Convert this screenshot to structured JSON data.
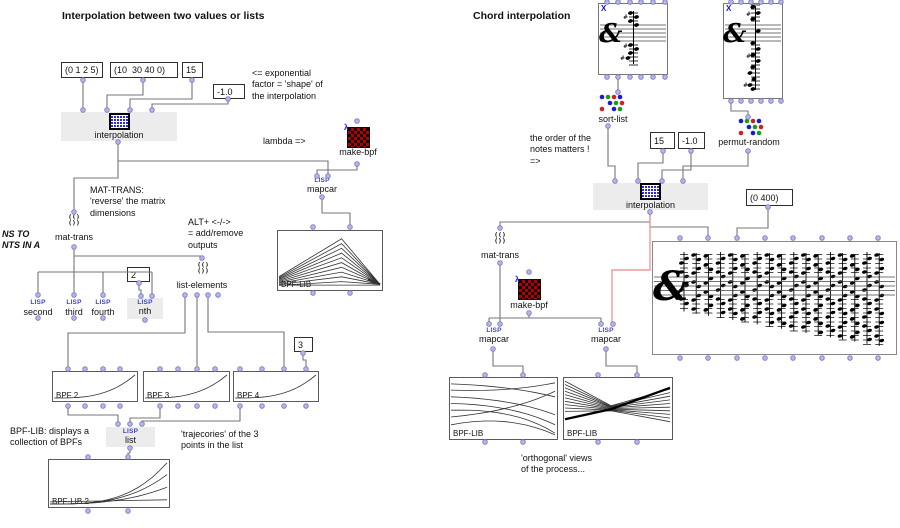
{
  "shared": {
    "lisp_tag": "LISP",
    "fn_icon": "(()\n())"
  },
  "badges": {
    "lambda": "λ",
    "x": "X"
  },
  "colors": {
    "wire": "#777777",
    "wire_red": "#f19b9b",
    "dot_fill": "#b6b6ea",
    "dot_stroke": "#7c7cc4",
    "lisp": "#4343c4",
    "box_gray": "#ececec"
  },
  "left": {
    "title": "Interpolation between two values or lists",
    "inputs": {
      "list1": "(0 1 2 5)",
      "list2": "(10  30 40 0)",
      "steps": "15",
      "factor": "-1.0",
      "nth_index": "2",
      "decimals": "3"
    },
    "interpolation_label": "interpolation",
    "make_bpf_label": "make-bpf",
    "mapcar_label": "mapcar",
    "mat_trans_label": "mat-trans",
    "list_elements_label": "list-elements",
    "fn_second": "second",
    "fn_third": "third",
    "fn_fourth": "fourth",
    "fn_nth": "nth",
    "list_label": "list",
    "bpf2": "BPF 2",
    "bpf3": "BPF 3",
    "bpf4": "BPF 4",
    "bpflib": "BPF-LIB",
    "bpflib2": "BPF-LIB 2",
    "annotations": {
      "exponential": "<= exponential\nfactor = 'shape' of\nthe interpolation",
      "lambda": "lambda =>",
      "mat_trans": "MAT-TRANS:\n'reverse' the matrix\ndimensions",
      "clipped": "NS TO\nNTS IN A",
      "alt_outputs": "ALT+ <-/->\n= add/remove\noutputs",
      "bpflib": "BPF-LIB: displays a\ncollection of BPFs",
      "trajectories": "'trajecories' of the 3\npoints in the list"
    }
  },
  "right": {
    "title": "Chord interpolation",
    "sort_list_label": "sort-list",
    "permut_random_label": "permut-random",
    "interpolation_label": "interpolation",
    "inputs": {
      "steps": "15",
      "factor": "-1.0",
      "onsets": "(0 400)"
    },
    "mat_trans_label": "mat-trans",
    "make_bpf_label": "make-bpf",
    "mapcar_label": "mapcar",
    "bpflib": "BPF-LIB",
    "annotations": {
      "order": "the order of the\nnotes matters !\n=>",
      "views": "'orthogonal' views\nof the process..."
    }
  }
}
